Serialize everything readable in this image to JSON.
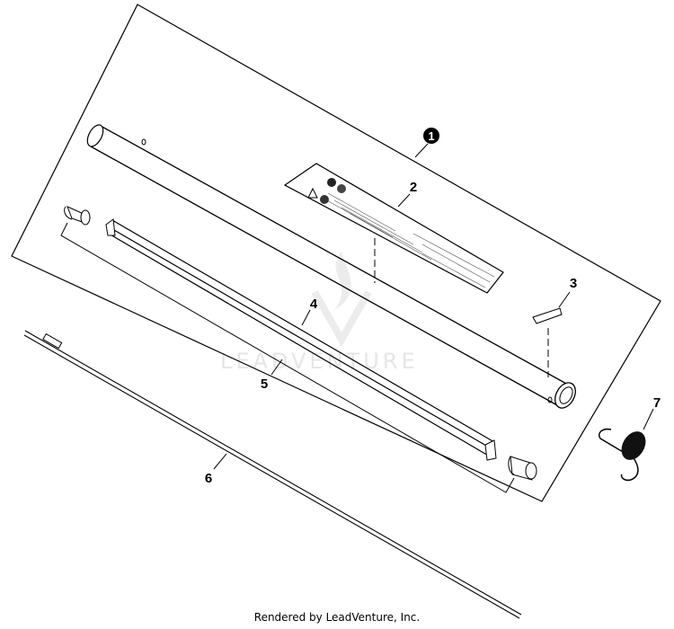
{
  "diagram": {
    "callouts": [
      "1",
      "2",
      "3",
      "4",
      "5",
      "6",
      "7"
    ],
    "watermark": "LEADVENTURE",
    "highlighted_callout": "1"
  },
  "footer": {
    "text": "Rendered by LeadVenture, Inc."
  }
}
